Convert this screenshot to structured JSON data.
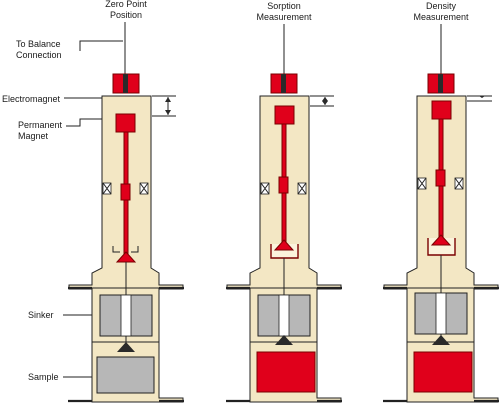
{
  "headings": {
    "zero_point": [
      "Zero Point",
      "Position"
    ],
    "sorption": [
      "Sorption",
      "Measurement"
    ],
    "density": [
      "Density",
      "Measurement"
    ]
  },
  "labels": {
    "balance": [
      "To Balance",
      "Connection"
    ],
    "electromagnet": "Electromagnet",
    "permanent_magnet": [
      "Permanent",
      "Magnet"
    ],
    "sinker": "Sinker",
    "sample": "Sample"
  },
  "colors": {
    "housing": "#f3e7c4",
    "magnet_red": "#e0001b",
    "sinker_gray": "#b7b7b7",
    "outline": "#222222"
  }
}
